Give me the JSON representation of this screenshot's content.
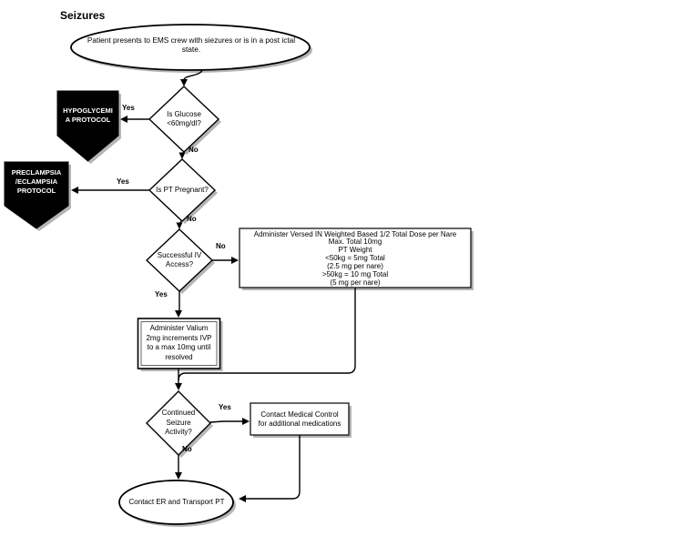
{
  "title": "Seizures",
  "colors": {
    "shape_fill": "#ffffff",
    "line": "#000000",
    "protocol_fill": "#000000",
    "protocol_text": "#ffffff",
    "shadow": "#b5b5b5"
  },
  "flowchart": {
    "start": "Patient presents to EMS crew with siezures or is in a post ictal\nstate.",
    "decision_glucose": "Is Glucose\n<60mg/dl?",
    "protocol_hypoglycemia": "HYPOGLYCEMI\nA PROTOCOL",
    "decision_pregnant": "Is PT Pregnant?",
    "protocol_preeclampsia": "PRECLAMPSIA\n/ECLAMPSIA\nPROTOCOL",
    "decision_iv_access": "Successful IV\nAccess?",
    "process_versed": "Administer Versed IN Weighted Based 1/2 Total Dose per Nare\nMax. Total 10mg\nPT Weight\n<50kg = 5mg Total\n(2.5 mg per nare)\n>50kg = 10 mg Total\n(5 mg per nare)",
    "process_valium": "Administer Valium\n2mg increments IVP\nto a max 10mg until\nresolved",
    "decision_seizure": "Continued\nSeizure\nActivity?",
    "process_med_control": "Contact Medical Control\nfor additional medications",
    "end": "Contact ER and Transport PT"
  },
  "edge_labels": {
    "glucose_yes": "Yes",
    "glucose_no": "No",
    "pregnant_yes": "Yes",
    "pregnant_no": "No",
    "iv_no": "No",
    "iv_yes": "Yes",
    "seizure_yes": "Yes",
    "seizure_no": "No"
  }
}
